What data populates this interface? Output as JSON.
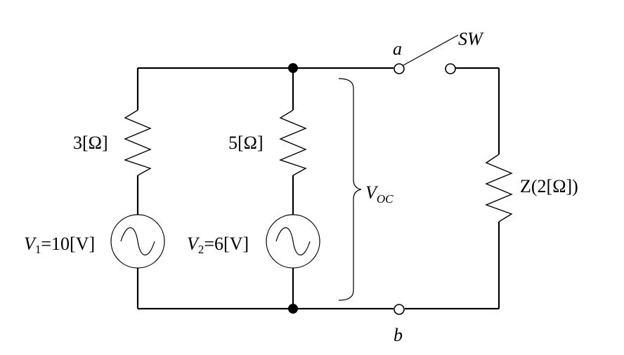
{
  "labels": {
    "node_a": "a",
    "node_b": "b",
    "switch": "SW",
    "r1": "3[Ω]",
    "r2": "5[Ω]",
    "v1_symbol": "V",
    "v1_sub": "1",
    "v1_value": "=10[V]",
    "v2_symbol": "V",
    "v2_sub": "2",
    "v2_value": "=6[V]",
    "voc_symbol": "V",
    "voc_sub": "OC",
    "load": "Z(2[Ω])"
  },
  "colors": {
    "line": "#000000",
    "background": "#ffffff"
  }
}
